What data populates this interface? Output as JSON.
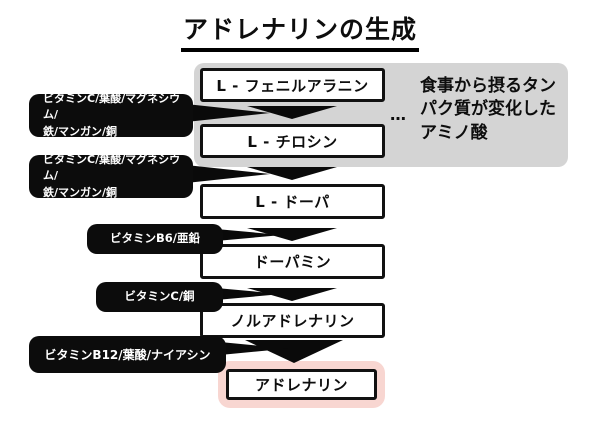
{
  "title": "アドレナリンの生成",
  "note": {
    "ellipsis": "…",
    "text": "食事から摂るタン\nパク質が変化した\nアミノ酸"
  },
  "flow": {
    "steps": [
      {
        "label": "L - フェニルアラニン"
      },
      {
        "label": "L - チロシン"
      },
      {
        "label": "L - ドーパ"
      },
      {
        "label": "ドーパミン"
      },
      {
        "label": "ノルアドレナリン"
      },
      {
        "label": "アドレナリン",
        "highlighted": "true"
      }
    ]
  },
  "cofactors": [
    {
      "text": "ビタミンC/葉酸/マグネシウム/\n鉄/マンガン/銅"
    },
    {
      "text": "ビタミンC/葉酸/マグネシウム/\n鉄/マンガン/銅"
    },
    {
      "text": "ビタミンB6/亜鉛"
    },
    {
      "text": "ビタミンC/銅"
    },
    {
      "text": "ビタミンB12/葉酸/ナイアシン"
    }
  ],
  "colors": {
    "label_bg": "#0c0c0c",
    "note_bg": "#d4d4d4",
    "highlight_bg": "#f8d6d1",
    "box_border": "#111111",
    "arrow": "#0a0a0a"
  }
}
